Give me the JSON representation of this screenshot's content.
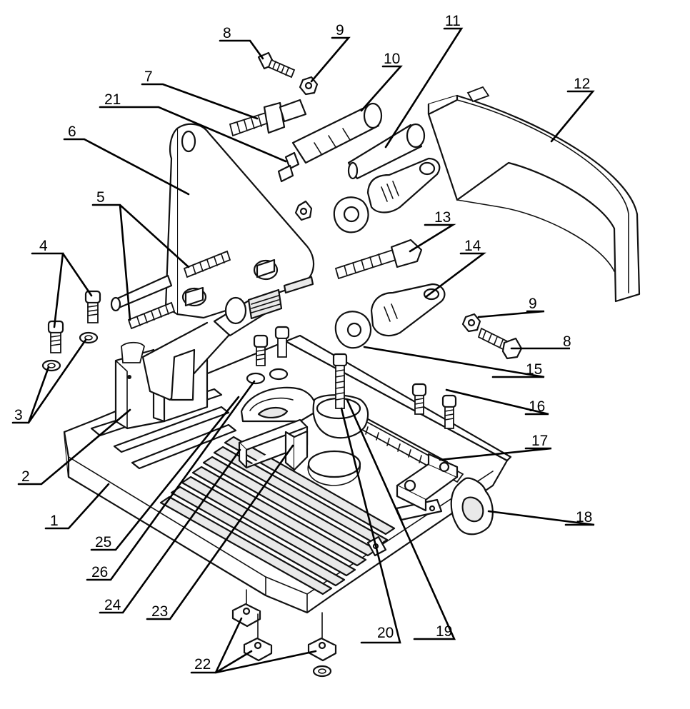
{
  "labels": {
    "l1": "1",
    "l2": "2",
    "l3": "3",
    "l4": "4",
    "l5": "5",
    "l6": "6",
    "l7": "7",
    "l8a": "8",
    "l8b": "8",
    "l9a": "9",
    "l9b": "9",
    "l10": "10",
    "l11": "11",
    "l12": "12",
    "l13": "13",
    "l14": "14",
    "l15": "15",
    "l16": "16",
    "l17": "17",
    "l18": "18",
    "l19": "19",
    "l20": "20",
    "l21": "21",
    "l22": "22",
    "l23": "23",
    "l24": "24",
    "l25": "25",
    "l26": "26"
  },
  "colors": {
    "ink": "#111111",
    "paper": "#ffffff",
    "shade": "#e9e9e9"
  }
}
